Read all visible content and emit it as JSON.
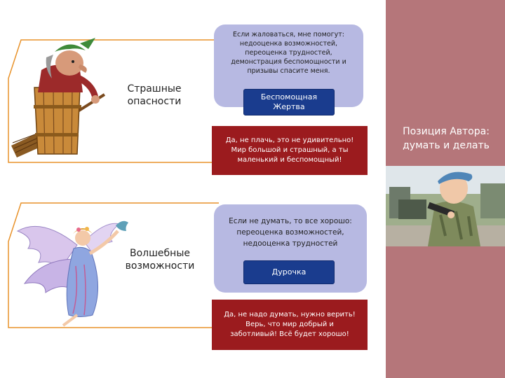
{
  "sidebar": {
    "background": "#b5767a",
    "author_title": "Позиция Автора: думать и делать"
  },
  "top_block": {
    "category": "Страшные опасности",
    "bubble_text": "Если жаловаться, мне помогут: недооценка возможностей, переоценка трудностей, демонстрация беспомощности и призывы спасите меня.",
    "role": "Беспомощная Жертва",
    "response": "Да, не плачь, это не удивительно! Мир большой и страшный, а ты маленький и беспомощный!"
  },
  "bottom_block": {
    "category": "Волшебные возможности",
    "bubble_text": "Если не думать, то все хорошо: переоценка возможностей, недооценка трудностей",
    "role": "Дурочка",
    "response": "Да, не надо думать, нужно верить! Верь, что мир добрый и заботливый! Всё будет хорошо!"
  },
  "colors": {
    "frame_orange": "#e8922a",
    "bubble_lavender": "#b7b9e2",
    "button_blue": "#1a3c8e",
    "response_red": "#9b1b1e"
  },
  "icons": [
    "witch-illustration",
    "fairy-illustration",
    "boy-soldier-photo"
  ]
}
